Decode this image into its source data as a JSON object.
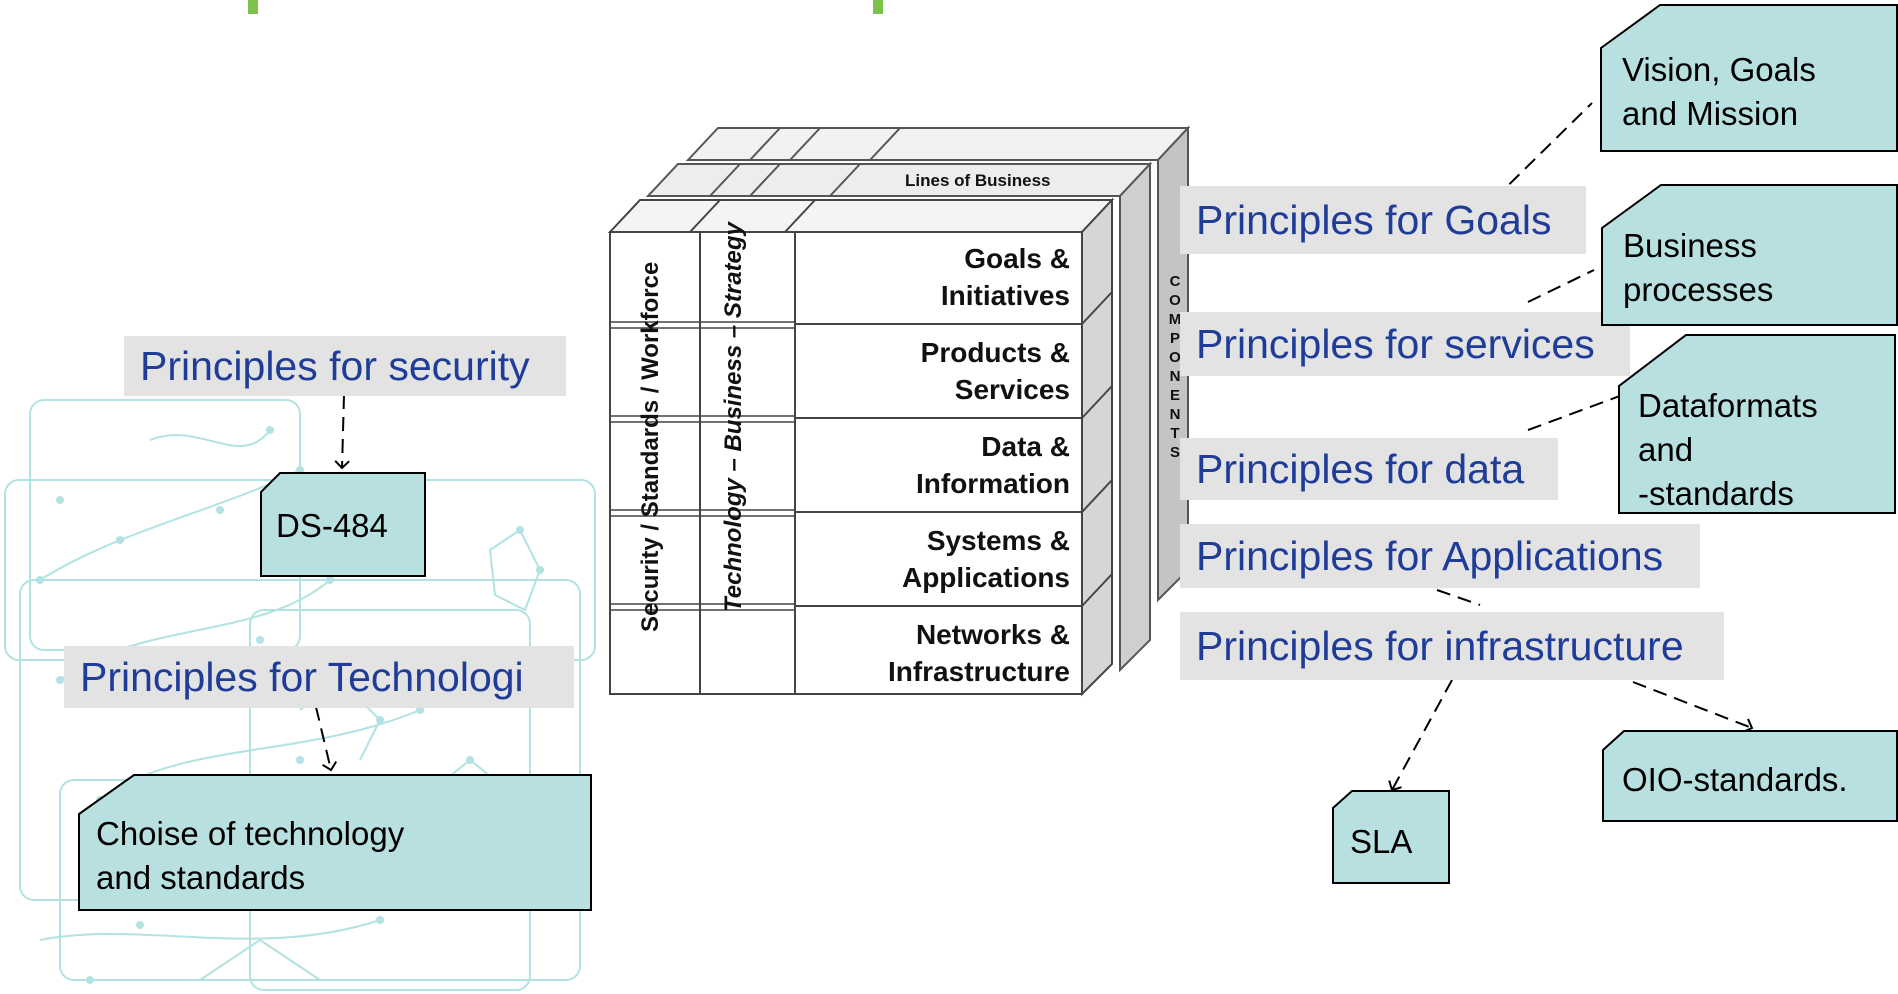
{
  "colors": {
    "principle_text": "#1f3c99",
    "principle_bg": "#e3e3e3",
    "note_fill": "#b9e0e0",
    "circuit": "#b2e2e2",
    "green_accent": "#7dc24b"
  },
  "cube": {
    "rows": [
      [
        "Goals &",
        "Initiatives"
      ],
      [
        "Products &",
        "Services"
      ],
      [
        "Data &",
        "Information"
      ],
      [
        "Systems &",
        "Applications"
      ],
      [
        "Networks &",
        "Infrastructure"
      ]
    ],
    "lines_of_business": "Lines of Business",
    "vertical_left": "Security / Standards / Workforce",
    "vertical_middle": "Technology – Business – Strategy",
    "components": [
      "C",
      "O",
      "M",
      "P",
      "O",
      "N",
      "E",
      "N",
      "T",
      "S"
    ]
  },
  "principles": {
    "security": "Principles for security",
    "technologi": "Principles for Technologi",
    "goals": "Principles for Goals",
    "services": "Principles for services",
    "data": "Principles for data",
    "applications": "Principles for Applications",
    "infrastructure": "Principles for infrastructure"
  },
  "notes": {
    "ds484": [
      "DS-484"
    ],
    "technology": [
      "Choise of technology",
      "and standards"
    ],
    "vision": [
      "Vision, Goals",
      "and Mission"
    ],
    "business": [
      "Business",
      "processes"
    ],
    "dataformats": [
      "Dataformats",
      "and",
      "-standards"
    ],
    "sla": [
      "SLA"
    ],
    "oio": [
      "OIO-standards."
    ]
  }
}
